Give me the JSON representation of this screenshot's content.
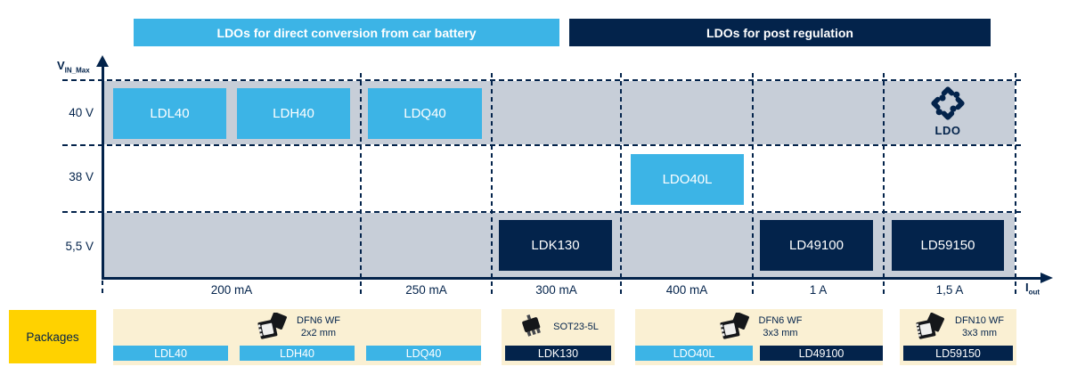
{
  "axes": {
    "y_main": "V",
    "y_sub": "IN_Max",
    "x_main": "I",
    "x_sub": "out"
  },
  "chart_data": {
    "type": "scatter",
    "xlabel": "I_out",
    "ylabel": "V_IN_Max",
    "x_categories": [
      "200 mA",
      "250 mA",
      "300 mA",
      "400 mA",
      "1 A",
      "1,5 A"
    ],
    "y_categories": [
      "40 V",
      "38 V",
      "5,5 V"
    ],
    "grid": "dashed",
    "highlighted_rows": [
      "40 V",
      "5,5 V"
    ],
    "series": [
      {
        "name": "LDOs for direct conversion from car battery",
        "color": "#3cb4e6",
        "points": [
          {
            "part": "LDL40",
            "i_out": "200 mA",
            "v_in_max": "40 V"
          },
          {
            "part": "LDH40",
            "i_out": "200 mA",
            "v_in_max": "40 V"
          },
          {
            "part": "LDQ40",
            "i_out": "250 mA",
            "v_in_max": "40 V"
          },
          {
            "part": "LDO40L",
            "i_out": "400 mA",
            "v_in_max": "38 V"
          }
        ]
      },
      {
        "name": "LDOs for post regulation",
        "color": "#03234b",
        "points": [
          {
            "part": "LDK130",
            "i_out": "300 mA",
            "v_in_max": "5,5 V"
          },
          {
            "part": "LD49100",
            "i_out": "1 A",
            "v_in_max": "5,5 V"
          },
          {
            "part": "LD59150",
            "i_out": "1,5 A",
            "v_in_max": "5,5 V"
          }
        ]
      }
    ]
  },
  "ldo_badge": {
    "label": "LDO"
  },
  "packages": {
    "title": "Packages",
    "groups": [
      {
        "package": "DFN6 WF",
        "size": "2x2 mm",
        "icon": "dfn6-chip-icon",
        "parts": [
          {
            "name": "LDL40",
            "family": "direct"
          },
          {
            "name": "LDH40",
            "family": "direct"
          },
          {
            "name": "LDQ40",
            "family": "direct"
          }
        ]
      },
      {
        "package": "SOT23-5L",
        "size": "",
        "icon": "sot23-chip-icon",
        "parts": [
          {
            "name": "LDK130",
            "family": "post"
          }
        ]
      },
      {
        "package": "DFN6 WF",
        "size": "3x3 mm",
        "icon": "dfn6-chip-icon",
        "parts": [
          {
            "name": "LDO40L",
            "family": "direct"
          },
          {
            "name": "LD49100",
            "family": "post"
          }
        ]
      },
      {
        "package": "DFN10 WF",
        "size": "3x3 mm",
        "icon": "dfn10-chip-icon",
        "parts": [
          {
            "name": "LD59150",
            "family": "post"
          }
        ]
      }
    ]
  },
  "colors": {
    "light_blue": "#3cb4e6",
    "dark_navy": "#03234b",
    "band_gray": "#c7ced8",
    "yellow": "#ffd200",
    "cream": "#faf0d3"
  }
}
